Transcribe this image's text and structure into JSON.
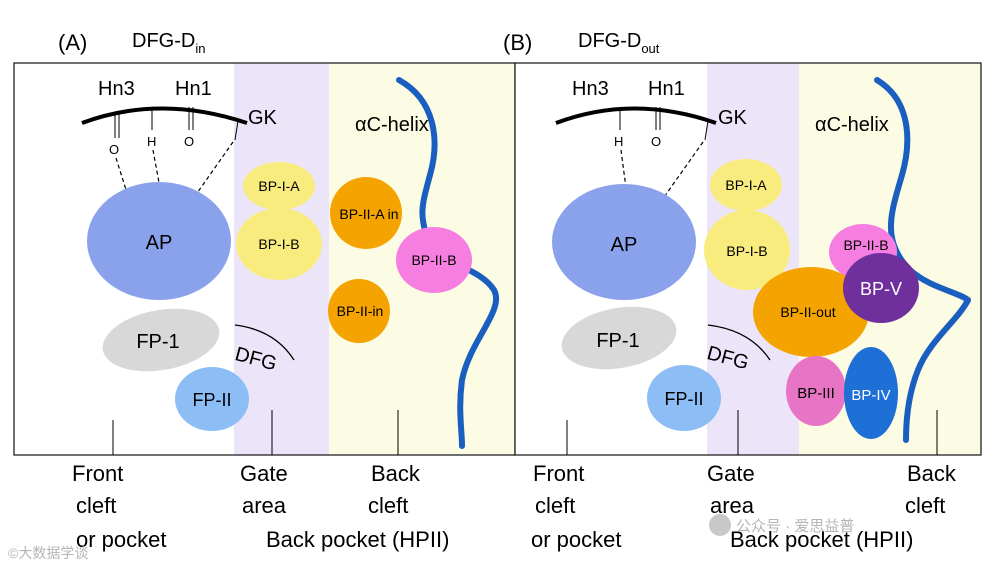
{
  "panel_a": {
    "letter": "(A)",
    "title_main": "DFG-D",
    "title_sub": "in",
    "backbone": {
      "hn3": "Hn3",
      "hn1": "Hn1",
      "gk": "GK",
      "o_left": "O",
      "h": "H",
      "o_right": "O"
    },
    "helix": "αC-helix",
    "pockets": {
      "ap": "AP",
      "bp1a": "BP-I-A",
      "bp1b": "BP-I-B",
      "bp2ain": "BP-II-A in",
      "bp2b": "BP-II-B",
      "bp2in": "BP-II-in",
      "fp1": "FP-1",
      "fp2": "FP-II",
      "dfg": "DFG"
    },
    "regions": {
      "front_1": "Front",
      "front_2": "cleft",
      "front_3": "or pocket",
      "gate_1": "Gate",
      "gate_2": "area",
      "back_1": "Back",
      "back_2": "cleft",
      "back_pocket": "Back pocket (HPII)"
    }
  },
  "panel_b": {
    "letter": "(B)",
    "title_main": "DFG-D",
    "title_sub": "out",
    "backbone": {
      "hn3": "Hn3",
      "hn1": "Hn1",
      "gk": "GK",
      "h": "H",
      "o_right": "O"
    },
    "helix": "αC-helix",
    "pockets": {
      "ap": "AP",
      "bp1a": "BP-I-A",
      "bp1b": "BP-I-B",
      "bp2b": "BP-II-B",
      "bpv": "BP-V",
      "bp2out": "BP-II-out",
      "bp3": "BP-III",
      "bp4": "BP-IV",
      "fp1": "FP-1",
      "fp2": "FP-II",
      "dfg": "DFG"
    },
    "regions": {
      "front_1": "Front",
      "front_2": "cleft",
      "front_3": "or pocket",
      "gate_1": "Gate",
      "gate_2": "area",
      "back_1": "Back",
      "back_2": "cleft",
      "back_pocket": "Back pocket (HPII)"
    }
  },
  "colors": {
    "ap": "#8aa2ec",
    "bp1": "#f9ec7e",
    "bp2": "#f4a300",
    "bp2b": "#f57ee0",
    "bpv": "#6f2f9c",
    "bp3": "#e874c6",
    "bp4": "#1e6fd6",
    "fp1": "#d8d8d8",
    "fp2": "#8cbef5",
    "helix": "#1a5fbf",
    "gate_bg": "#ece5f9",
    "back_bg": "#fcfbe3"
  },
  "watermark": {
    "footer_left": "©大数据学谈",
    "footer_right": "公众号 · 爱思益普"
  }
}
